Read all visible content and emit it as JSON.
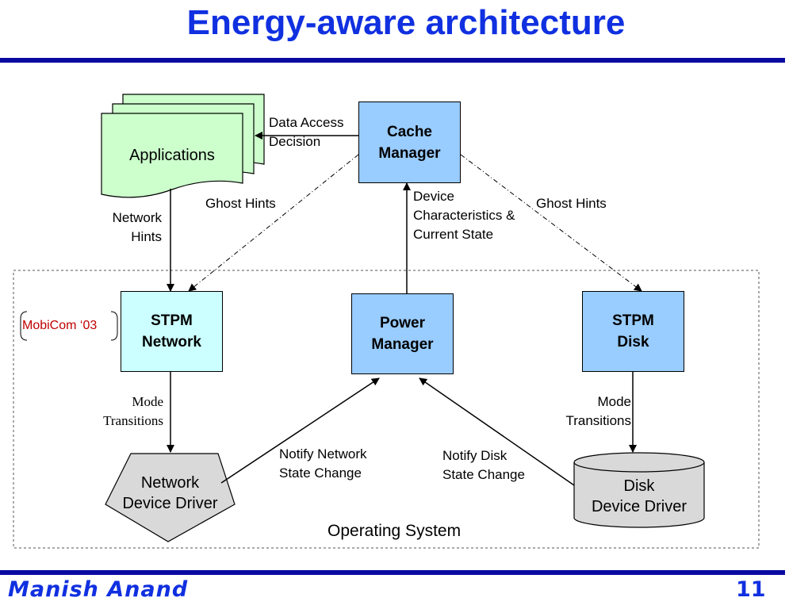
{
  "slide": {
    "title": "Energy-aware architecture",
    "footer_author": "Manish Anand",
    "page_number": "11"
  },
  "nodes": {
    "applications": "Applications",
    "cache_manager": [
      "Cache",
      "Manager"
    ],
    "stpm_network": [
      "STPM",
      "Network"
    ],
    "power_manager": [
      "Power",
      "Manager"
    ],
    "stpm_disk": [
      "STPM",
      "Disk"
    ],
    "network_driver": [
      "Network",
      "Device Driver"
    ],
    "disk_driver": [
      "Disk",
      "Device Driver"
    ],
    "os_region": "Operating System"
  },
  "edge_labels": {
    "data_access_decision": [
      "Data Access",
      "Decision"
    ],
    "ghost_hints_left": "Ghost Hints",
    "ghost_hints_right": "Ghost Hints",
    "network_hints": [
      "Network",
      "Hints"
    ],
    "device_characteristics": [
      "Device",
      "Characteristics &",
      "Current State"
    ],
    "mode_transitions_left": [
      "Mode",
      "Transitions"
    ],
    "mode_transitions_right": [
      "Mode",
      "Transitions"
    ],
    "notify_network": [
      "Notify Network",
      "State Change"
    ],
    "notify_disk": [
      "Notify Disk",
      "State Change"
    ]
  },
  "annotation": "MobiCom ‘03",
  "colors": {
    "title": "#1030e0",
    "rule": "#0a0aa0",
    "applications_fill": "#ccffcc",
    "manager_fill": "#99ccff",
    "stpm_fill": "#ccffff",
    "driver_fill": "#d9d9d9",
    "annotation": "#c00000"
  }
}
